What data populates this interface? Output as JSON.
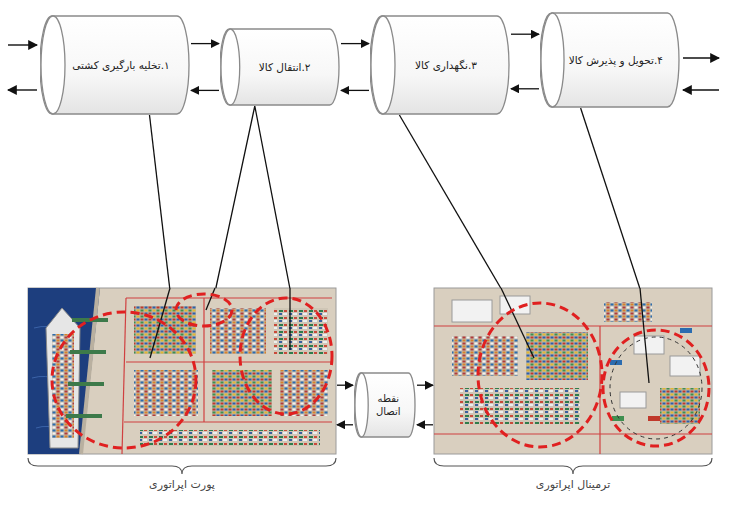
{
  "diagram": {
    "nodes": [
      {
        "text": [
          "۱.تخلیه بارگیری کشتی"
        ]
      },
      {
        "text": [
          "۲.انتقال کالا"
        ]
      },
      {
        "text": [
          "۳.نگهداری کالا"
        ]
      },
      {
        "text": [
          "۴.تحویل و پذیرش کالا"
        ]
      },
      {
        "text": [
          "پورت اپراتوری"
        ]
      },
      {
        "text": [
          "نقطه اتصال"
        ]
      },
      {
        "text": [
          "ترمینال اپراتوری"
        ]
      }
    ],
    "edges": [
      {
        "from": 0,
        "to": 1,
        "arrow": "both"
      },
      {
        "from": 1,
        "to": 2,
        "arrow": "both"
      },
      {
        "from": 2,
        "to": 3,
        "arrow": "both"
      },
      {
        "from": 0,
        "to": 4,
        "arrow": "none"
      },
      {
        "from": 1,
        "to": 4,
        "arrow": "none"
      },
      {
        "from": 2,
        "to": 6,
        "arrow": "none"
      },
      {
        "from": 3,
        "to": 6,
        "arrow": "none"
      },
      {
        "from": 4,
        "to": 5,
        "arrow": "both"
      },
      {
        "from": 5,
        "to": 6,
        "arrow": "both"
      }
    ]
  }
}
